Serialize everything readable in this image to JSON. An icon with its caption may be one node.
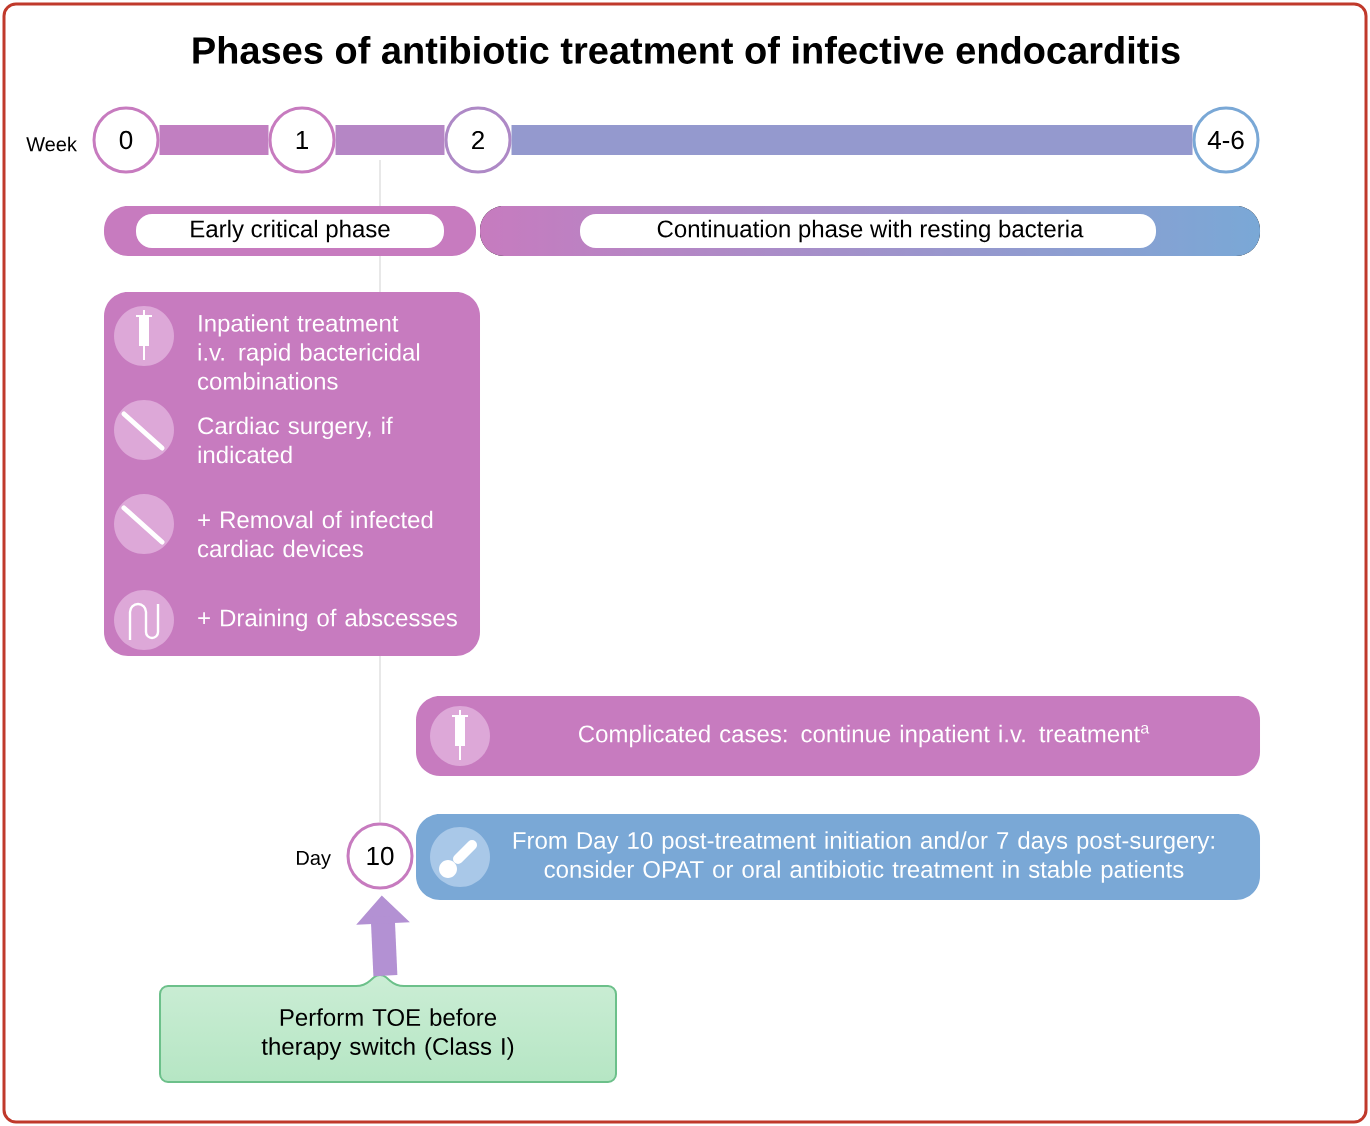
{
  "diagram": {
    "title": "Phases of antibiotic treatment of infective endocarditis",
    "nodes": [
      {
        "text": [
          "0"
        ],
        "beside": [
          "Week"
        ]
      },
      {
        "text": [
          "1"
        ]
      },
      {
        "text": [
          "2"
        ]
      },
      {
        "text": [
          "4-6"
        ]
      },
      {
        "text": [
          "Early critical phase"
        ]
      },
      {
        "text": [
          "Continuation phase with resting bacteria"
        ]
      },
      {
        "text": [
          "Inpatient treatment i.v. rapid bactericidal combinations",
          "Cardiac surgery, if indicated",
          "+ Removal of infected cardiac devices",
          "+ Draining of abscesses"
        ]
      },
      {
        "text": [
          "Complicated cases: continue inpatient i.v. treatment$^{a}$"
        ]
      },
      {
        "text": [
          "10"
        ],
        "beside": [
          "Day"
        ]
      },
      {
        "text": [
          "From Day 10 post-treatment initiation and/or 7 days post-surgery: consider OPAT or oral antibiotic treatment in stable patients"
        ]
      },
      {
        "text": [
          "Perform TOE before therapy switch (Class I)"
        ]
      }
    ],
    "edges": [
      {
        "from": 0,
        "to": 1,
        "arrow": "none"
      },
      {
        "from": 1,
        "to": 2,
        "arrow": "none"
      },
      {
        "from": 2,
        "to": 3,
        "arrow": "none"
      },
      {
        "from": 10,
        "to": 8,
        "arrow": "to",
        "color": "#b391d3"
      }
    ]
  }
}
